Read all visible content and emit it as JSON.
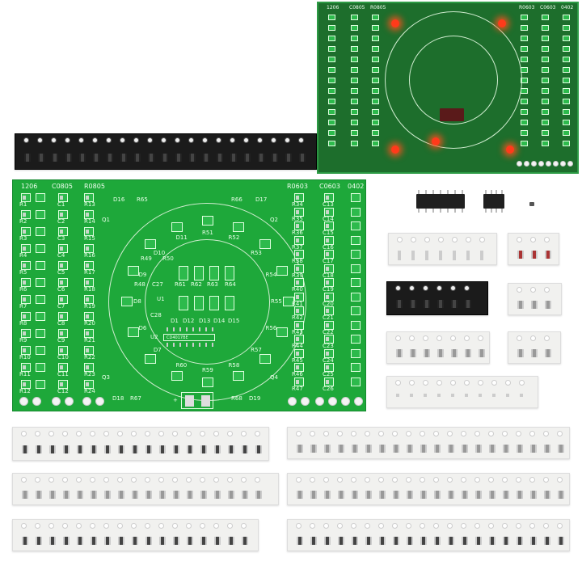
{
  "pcb": {
    "headers": [
      "1206",
      "C0805",
      "R0805",
      "R0603",
      "C0603",
      "0402"
    ],
    "columns": {
      "r1206": [
        "R1",
        "R2",
        "R3",
        "R4",
        "R5",
        "R6",
        "R7",
        "R8",
        "R9",
        "R10",
        "R11",
        "R12"
      ],
      "c0805": [
        "C1",
        "C2",
        "C3",
        "C4",
        "C5",
        "C6",
        "C7",
        "C8",
        "C9",
        "C10",
        "C11",
        "C12"
      ],
      "r0805": [
        "R13",
        "R14",
        "R15",
        "R16",
        "R17",
        "R18",
        "R19",
        "R20",
        "R21",
        "R22",
        "R23",
        "R24"
      ],
      "r0603": [
        "R34",
        "R35",
        "R36",
        "R37",
        "R38",
        "R39",
        "R40",
        "R41",
        "R42",
        "R43",
        "R44",
        "R45",
        "R46",
        "R47"
      ],
      "c0603": [
        "C13",
        "C14",
        "C15",
        "C16",
        "C17",
        "C18",
        "C19",
        "C20",
        "C21",
        "C22",
        "C23",
        "C24",
        "C25",
        "C26"
      ]
    },
    "center_labels": [
      "R49",
      "R50",
      "R48",
      "C27",
      "R61",
      "R62",
      "R63",
      "R64",
      "U1",
      "U2",
      "C28",
      "D1",
      "D12",
      "D13",
      "D14",
      "D15"
    ],
    "corner_labels": [
      "D16",
      "R65",
      "R66",
      "D17",
      "Q1",
      "Q2",
      "Q3",
      "Q4",
      "D18",
      "R67",
      "R68",
      "D19"
    ],
    "ring_labels": [
      "R51",
      "R52",
      "R53",
      "R54",
      "R55",
      "R56",
      "R57",
      "R58",
      "R59",
      "R60",
      "D7",
      "D6",
      "D8",
      "D9",
      "D10",
      "D11"
    ],
    "ic_marking": "CD4017BE",
    "power_plus": "+",
    "power_minus": "-"
  },
  "colors": {
    "pcb": "#1ea83a",
    "led": "#ff3a1a",
    "tape": "#f1f1ef"
  }
}
